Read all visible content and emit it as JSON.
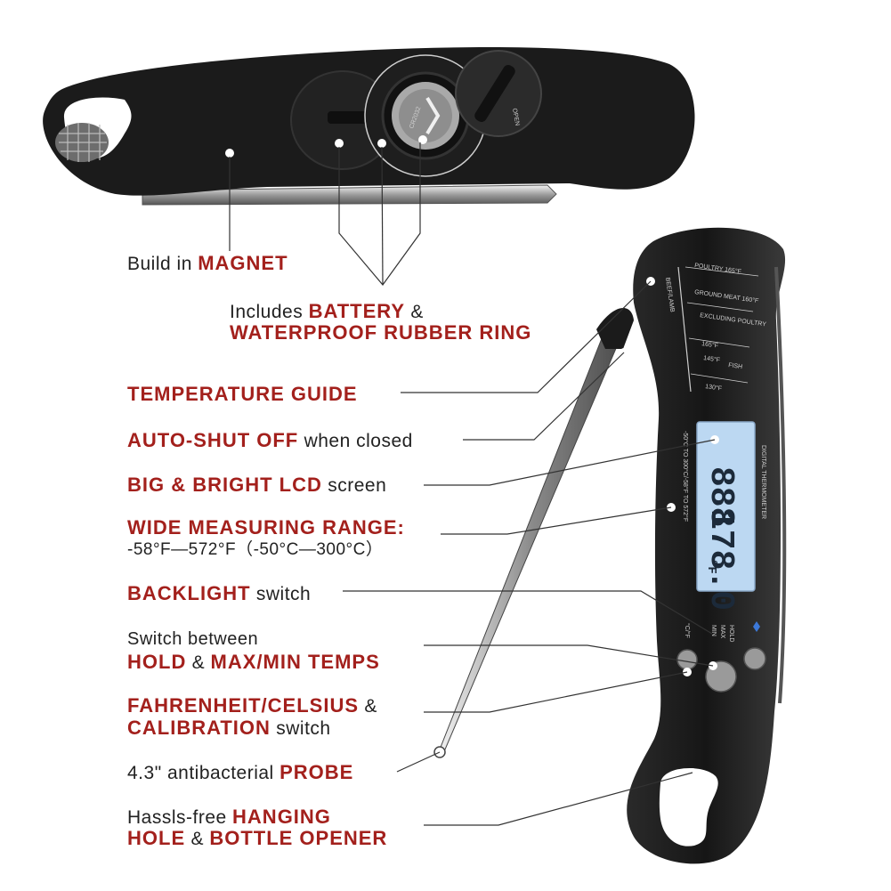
{
  "colors": {
    "accent_red": "#a3201c",
    "text_dark": "#222222",
    "body_black": "#1b1b1b",
    "lcd_blue": "#bcd8f2"
  },
  "labels": {
    "magnet": {
      "normal_1": "Build in ",
      "hl_1": "MAGNET"
    },
    "battery": {
      "normal_1": "Includes ",
      "hl_1": "BATTERY",
      "normal_2": " &",
      "hl_2": "WATERPROOF RUBBER RING"
    },
    "temp_guide": {
      "hl_1": "TEMPERATURE GUIDE"
    },
    "auto_shut": {
      "hl_1": "AUTO-SHUT OFF",
      "normal_1": " when closed"
    },
    "lcd": {
      "hl_1": "BIG & BRIGHT LCD",
      "normal_1": " screen"
    },
    "range": {
      "hl_1": "WIDE MEASURING RANGE:",
      "normal_1": "-58°F—572°F（-50°C—300°C）"
    },
    "backlight": {
      "hl_1": "BACKLIGHT",
      "normal_1": " switch"
    },
    "hold": {
      "normal_1": "Switch between",
      "hl_1": "HOLD",
      "normal_2": " & ",
      "hl_2": "MAX/MIN TEMPS"
    },
    "fc": {
      "hl_1": "FAHRENHEIT/CELSIUS",
      "normal_1": " &",
      "hl_2": "CALIBRATION",
      "normal_2": " switch"
    },
    "probe": {
      "normal_1": "4.3\" antibacterial ",
      "hl_1": "PROBE"
    },
    "hanging": {
      "normal_1": "Hassls-free ",
      "hl_1": "HANGING",
      "hl_2": "HOLE",
      "normal_2": " & ",
      "hl_3": "BOTTLE OPENER"
    }
  },
  "device": {
    "lcd_reading": "888",
    "lcd_reading_2": "178.0",
    "lcd_unit": "°F",
    "brand_text": "DIGITAL THERMOMETER",
    "range_text": "-50°C TO 300°C/-58°F TO 572°F",
    "btn_unit": "°C/°F",
    "btn_hold": "HOLD",
    "btn_max": "MAX",
    "btn_min": "MIN",
    "cap_text": "OPEN",
    "battery_text": "CR2032",
    "guide": [
      "POULTRY 165°F",
      "GROUND MEAT 160°F",
      "BEEF/LAMB",
      "EXCLUDING POULTRY",
      "165°F",
      "145°F",
      "FISH",
      "130°F"
    ]
  }
}
